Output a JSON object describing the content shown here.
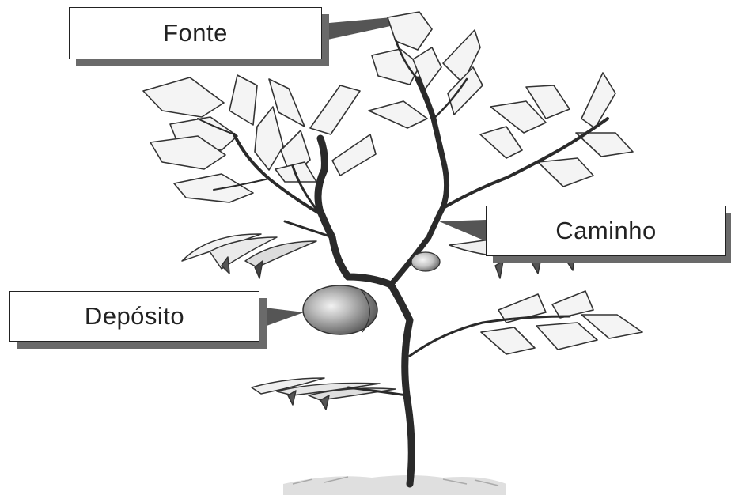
{
  "labels": {
    "source": "Fonte",
    "path": "Caminho",
    "sink": "Depósito"
  },
  "colors": {
    "stem": "#2a2a2a",
    "leaf_fill": "#f4f4f4",
    "leaf_stroke": "#333333",
    "fruit": "#8a8a8a",
    "box_shadow": "#6a6a6a"
  }
}
